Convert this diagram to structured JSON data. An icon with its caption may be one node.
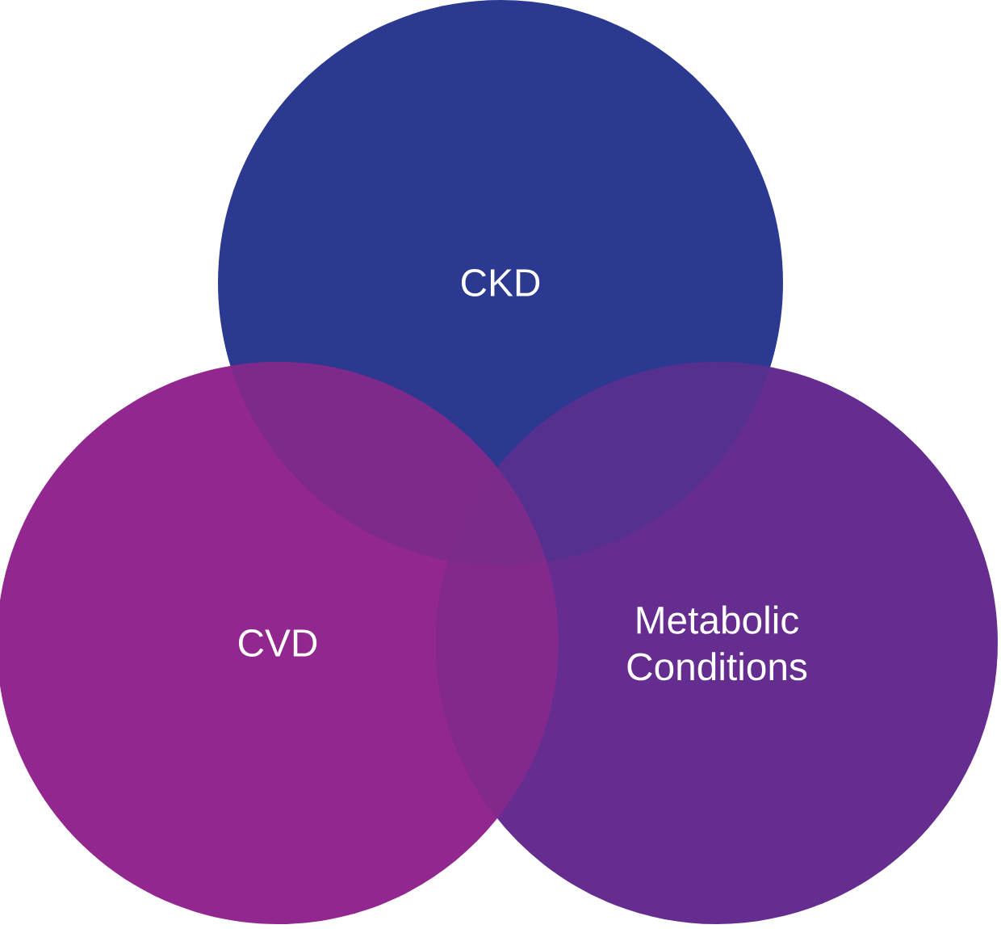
{
  "diagram": {
    "nodes": [
      {
        "text": [
          "CKD"
        ]
      },
      {
        "text": [
          "CVD"
        ]
      },
      {
        "text": [
          "Metabolic Conditions"
        ]
      }
    ]
  }
}
